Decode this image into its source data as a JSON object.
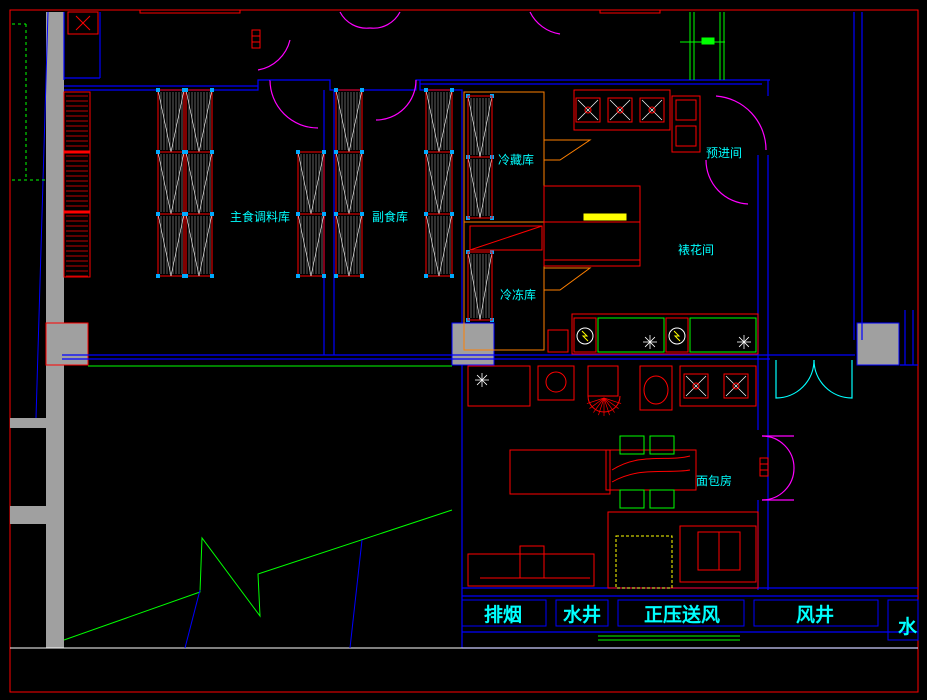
{
  "rooms": {
    "staple_storage": "主食调料库",
    "non_staple_storage": "副食库",
    "cold_storage": "冷藏库",
    "freezer": "冷冻库",
    "pre_entry": "预进间",
    "pastry_room": "裱花间",
    "bakery": "面包房"
  },
  "shafts": {
    "smoke_exhaust": "排烟",
    "water_well": "水井",
    "pressurized_air": "正压送风",
    "air_shaft": "风井",
    "water_partial": "水"
  },
  "colors": {
    "wall": "#0000ff",
    "equipment": "#ff0000",
    "label": "#00ffff",
    "door": "#ff00ff",
    "column": "#a0a0a0",
    "border": "#ff0000"
  }
}
